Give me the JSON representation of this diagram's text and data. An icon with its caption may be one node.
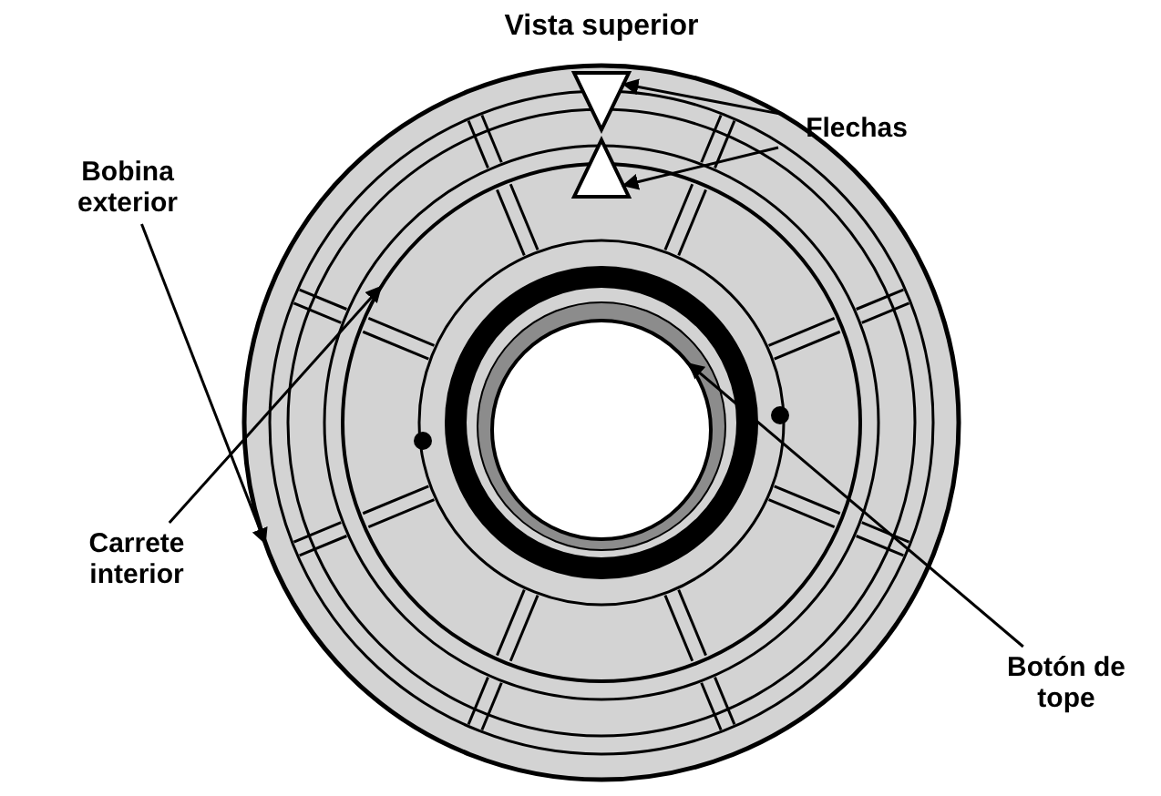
{
  "diagram": {
    "title": "Vista superior",
    "nodes": [
      {
        "text": [
          "Flechas"
        ]
      },
      {
        "text": [],
        "shape": "triangle",
        "in": 4
      },
      {
        "text": [],
        "shape": "triangle",
        "in": 4
      },
      {
        "text": [
          "Bobina exterior"
        ]
      },
      {
        "text": [],
        "shape": "circle"
      },
      {
        "text": [
          "Carrete interior"
        ]
      },
      {
        "text": [],
        "shape": "circle",
        "in": 4
      },
      {
        "text": [
          "Botón de tope"
        ]
      },
      {
        "text": [],
        "shape": "circle",
        "in": 6
      }
    ],
    "edges": [
      {
        "from": 0,
        "to": 1,
        "arrow": "to"
      },
      {
        "from": 0,
        "to": 2,
        "arrow": "to"
      },
      {
        "from": 3,
        "to": 4,
        "arrow": "to"
      },
      {
        "from": 5,
        "to": 6,
        "arrow": "to"
      },
      {
        "from": 7,
        "to": 8,
        "arrow": "to"
      }
    ]
  }
}
